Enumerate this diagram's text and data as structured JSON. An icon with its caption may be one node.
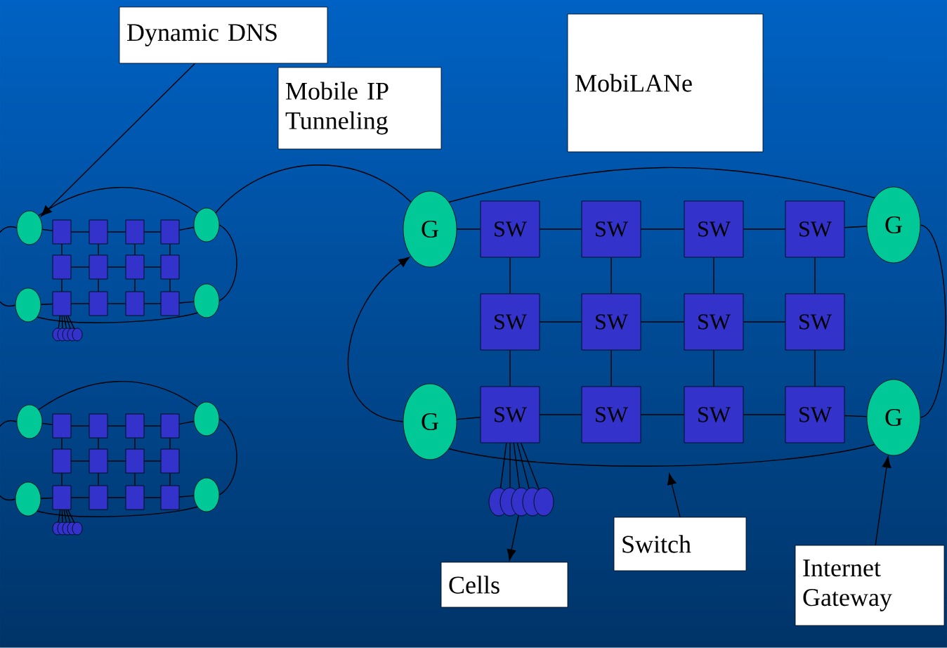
{
  "diagram": {
    "nodes": [
      {
        "text": [
          "Dynamic DNS"
        ]
      },
      {
        "text": [
          "Mobile IP Tunneling"
        ]
      },
      {
        "text": [
          "MobiLANe"
        ]
      },
      {
        "text": [
          "Switch"
        ]
      },
      {
        "text": [
          "Cells"
        ]
      },
      {
        "text": [
          "Internet Gateway"
        ]
      },
      {
        "text": [
          "G"
        ]
      },
      {
        "text": [
          "G"
        ]
      },
      {
        "text": [
          "G"
        ]
      },
      {
        "text": [
          "G"
        ]
      },
      {
        "text": [
          "SW"
        ]
      },
      {
        "text": [
          "SW"
        ]
      },
      {
        "text": [
          "SW"
        ]
      },
      {
        "text": [
          "SW"
        ]
      },
      {
        "text": [
          "SW"
        ]
      },
      {
        "text": [
          "SW"
        ]
      },
      {
        "text": [
          "SW"
        ]
      },
      {
        "text": [
          "SW"
        ]
      },
      {
        "text": [
          "SW"
        ]
      },
      {
        "text": [
          "SW"
        ]
      },
      {
        "text": [
          "SW"
        ]
      },
      {
        "text": [
          "SW"
        ]
      },
      {
        "text": [],
        "shape": "ellipse"
      },
      {
        "text": [],
        "shape": "ellipse"
      },
      {
        "text": [],
        "shape": "ellipse"
      },
      {
        "text": [],
        "shape": "ellipse"
      },
      {
        "text": [],
        "shape": "ellipse"
      },
      {
        "text": [],
        "shape": "ellipse"
      },
      {
        "text": [],
        "shape": "ellipse"
      },
      {
        "text": [],
        "shape": "ellipse"
      },
      {
        "text": [],
        "shape": "ellipse"
      },
      {
        "text": [],
        "shape": "box"
      },
      {
        "text": [],
        "shape": "box"
      },
      {
        "text": [],
        "shape": "box"
      },
      {
        "text": [],
        "shape": "box"
      },
      {
        "text": [],
        "shape": "box"
      },
      {
        "text": [],
        "shape": "box"
      },
      {
        "text": [],
        "shape": "box"
      },
      {
        "text": [],
        "shape": "box"
      },
      {
        "text": [],
        "shape": "box"
      },
      {
        "text": [],
        "shape": "box"
      },
      {
        "text": [],
        "shape": "box"
      },
      {
        "text": [],
        "shape": "box"
      },
      {
        "text": [],
        "shape": "ellipse"
      },
      {
        "text": [],
        "shape": "ellipse"
      },
      {
        "text": [],
        "shape": "ellipse"
      },
      {
        "text": [],
        "shape": "ellipse"
      },
      {
        "text": [],
        "shape": "ellipse"
      },
      {
        "text": [],
        "shape": "ellipse"
      },
      {
        "text": [],
        "shape": "ellipse"
      },
      {
        "text": [],
        "shape": "ellipse"
      },
      {
        "text": [],
        "shape": "ellipse"
      },
      {
        "text": [],
        "shape": "box"
      },
      {
        "text": [],
        "shape": "box"
      },
      {
        "text": [],
        "shape": "box"
      },
      {
        "text": [],
        "shape": "box"
      },
      {
        "text": [],
        "shape": "box"
      },
      {
        "text": [],
        "shape": "box"
      },
      {
        "text": [],
        "shape": "box"
      },
      {
        "text": [],
        "shape": "box"
      },
      {
        "text": [],
        "shape": "box"
      },
      {
        "text": [],
        "shape": "box"
      },
      {
        "text": [],
        "shape": "box"
      },
      {
        "text": [],
        "shape": "box"
      },
      {
        "text": [],
        "shape": "ellipse"
      },
      {
        "text": [],
        "shape": "ellipse"
      },
      {
        "text": [],
        "shape": "ellipse"
      },
      {
        "text": [],
        "shape": "ellipse"
      },
      {
        "text": [],
        "shape": "ellipse"
      }
    ],
    "edges": [
      {
        "from": 6,
        "to": 10,
        "arrow": "none"
      },
      {
        "from": 10,
        "to": 11,
        "arrow": "none"
      },
      {
        "from": 11,
        "to": 12,
        "arrow": "none"
      },
      {
        "from": 12,
        "to": 13,
        "arrow": "none"
      },
      {
        "from": 13,
        "to": 7,
        "arrow": "none"
      },
      {
        "from": 14,
        "to": 15,
        "arrow": "none"
      },
      {
        "from": 15,
        "to": 16,
        "arrow": "none"
      },
      {
        "from": 16,
        "to": 17,
        "arrow": "none"
      },
      {
        "from": 8,
        "to": 18,
        "arrow": "none"
      },
      {
        "from": 18,
        "to": 19,
        "arrow": "none"
      },
      {
        "from": 19,
        "to": 20,
        "arrow": "none"
      },
      {
        "from": 20,
        "to": 21,
        "arrow": "none"
      },
      {
        "from": 21,
        "to": 9,
        "arrow": "none"
      },
      {
        "from": 10,
        "to": 14,
        "arrow": "none"
      },
      {
        "from": 14,
        "to": 18,
        "arrow": "none"
      },
      {
        "from": 11,
        "to": 15,
        "arrow": "none"
      },
      {
        "from": 15,
        "to": 19,
        "arrow": "none"
      },
      {
        "from": 12,
        "to": 16,
        "arrow": "none"
      },
      {
        "from": 16,
        "to": 20,
        "arrow": "none"
      },
      {
        "from": 13,
        "to": 17,
        "arrow": "none"
      },
      {
        "from": 17,
        "to": 21,
        "arrow": "none"
      },
      {
        "from": 18,
        "to": 22,
        "arrow": "none"
      },
      {
        "from": 18,
        "to": 23,
        "arrow": "none"
      },
      {
        "from": 18,
        "to": 24,
        "arrow": "none"
      },
      {
        "from": 18,
        "to": 25,
        "arrow": "none"
      },
      {
        "from": 18,
        "to": 26,
        "arrow": "none"
      },
      {
        "from": 6,
        "to": 7,
        "arrow": "none"
      },
      {
        "from": 7,
        "to": 9,
        "arrow": "none"
      },
      {
        "from": 9,
        "to": 8,
        "arrow": "none"
      },
      {
        "from": 8,
        "to": 6,
        "arrow": "to"
      },
      {
        "from": 27,
        "to": 31,
        "arrow": "none"
      },
      {
        "from": 31,
        "to": 32,
        "arrow": "none"
      },
      {
        "from": 32,
        "to": 33,
        "arrow": "none"
      },
      {
        "from": 33,
        "to": 34,
        "arrow": "none"
      },
      {
        "from": 34,
        "to": 28,
        "arrow": "none"
      },
      {
        "from": 35,
        "to": 36,
        "arrow": "none"
      },
      {
        "from": 36,
        "to": 37,
        "arrow": "none"
      },
      {
        "from": 37,
        "to": 38,
        "arrow": "none"
      },
      {
        "from": 29,
        "to": 39,
        "arrow": "none"
      },
      {
        "from": 39,
        "to": 40,
        "arrow": "none"
      },
      {
        "from": 40,
        "to": 41,
        "arrow": "none"
      },
      {
        "from": 41,
        "to": 42,
        "arrow": "none"
      },
      {
        "from": 42,
        "to": 30,
        "arrow": "none"
      },
      {
        "from": 31,
        "to": 35,
        "arrow": "none"
      },
      {
        "from": 35,
        "to": 39,
        "arrow": "none"
      },
      {
        "from": 32,
        "to": 36,
        "arrow": "none"
      },
      {
        "from": 36,
        "to": 40,
        "arrow": "none"
      },
      {
        "from": 33,
        "to": 37,
        "arrow": "none"
      },
      {
        "from": 37,
        "to": 41,
        "arrow": "none"
      },
      {
        "from": 34,
        "to": 38,
        "arrow": "none"
      },
      {
        "from": 38,
        "to": 42,
        "arrow": "none"
      },
      {
        "from": 39,
        "to": 43,
        "arrow": "none"
      },
      {
        "from": 39,
        "to": 44,
        "arrow": "none"
      },
      {
        "from": 39,
        "to": 45,
        "arrow": "none"
      },
      {
        "from": 39,
        "to": 46,
        "arrow": "none"
      },
      {
        "from": 39,
        "to": 47,
        "arrow": "none"
      },
      {
        "from": 27,
        "to": 28,
        "arrow": "none"
      },
      {
        "from": 28,
        "to": 30,
        "arrow": "none"
      },
      {
        "from": 30,
        "to": 29,
        "arrow": "none"
      },
      {
        "from": 29,
        "to": 27,
        "arrow": "none"
      },
      {
        "from": 48,
        "to": 52,
        "arrow": "none"
      },
      {
        "from": 52,
        "to": 53,
        "arrow": "none"
      },
      {
        "from": 53,
        "to": 54,
        "arrow": "none"
      },
      {
        "from": 54,
        "to": 55,
        "arrow": "none"
      },
      {
        "from": 55,
        "to": 49,
        "arrow": "none"
      },
      {
        "from": 56,
        "to": 57,
        "arrow": "none"
      },
      {
        "from": 57,
        "to": 58,
        "arrow": "none"
      },
      {
        "from": 58,
        "to": 59,
        "arrow": "none"
      },
      {
        "from": 50,
        "to": 60,
        "arrow": "none"
      },
      {
        "from": 60,
        "to": 61,
        "arrow": "none"
      },
      {
        "from": 61,
        "to": 62,
        "arrow": "none"
      },
      {
        "from": 62,
        "to": 63,
        "arrow": "none"
      },
      {
        "from": 63,
        "to": 51,
        "arrow": "none"
      },
      {
        "from": 52,
        "to": 56,
        "arrow": "none"
      },
      {
        "from": 56,
        "to": 60,
        "arrow": "none"
      },
      {
        "from": 53,
        "to": 57,
        "arrow": "none"
      },
      {
        "from": 57,
        "to": 61,
        "arrow": "none"
      },
      {
        "from": 54,
        "to": 58,
        "arrow": "none"
      },
      {
        "from": 58,
        "to": 62,
        "arrow": "none"
      },
      {
        "from": 55,
        "to": 59,
        "arrow": "none"
      },
      {
        "from": 59,
        "to": 63,
        "arrow": "none"
      },
      {
        "from": 60,
        "to": 64,
        "arrow": "none"
      },
      {
        "from": 60,
        "to": 65,
        "arrow": "none"
      },
      {
        "from": 60,
        "to": 66,
        "arrow": "none"
      },
      {
        "from": 60,
        "to": 67,
        "arrow": "none"
      },
      {
        "from": 60,
        "to": 68,
        "arrow": "none"
      },
      {
        "from": 48,
        "to": 49,
        "arrow": "none"
      },
      {
        "from": 49,
        "to": 51,
        "arrow": "none"
      },
      {
        "from": 51,
        "to": 50,
        "arrow": "none"
      },
      {
        "from": 50,
        "to": 48,
        "arrow": "none"
      },
      {
        "from": 28,
        "to": 6,
        "arrow": "none"
      },
      {
        "from": 0,
        "to": 27,
        "arrow": "to"
      },
      {
        "from": 3,
        "to": null,
        "arrow": "to"
      },
      {
        "from": 24,
        "to": 4,
        "arrow": "to"
      },
      {
        "from": 5,
        "to": 9,
        "arrow": "to"
      }
    ]
  }
}
